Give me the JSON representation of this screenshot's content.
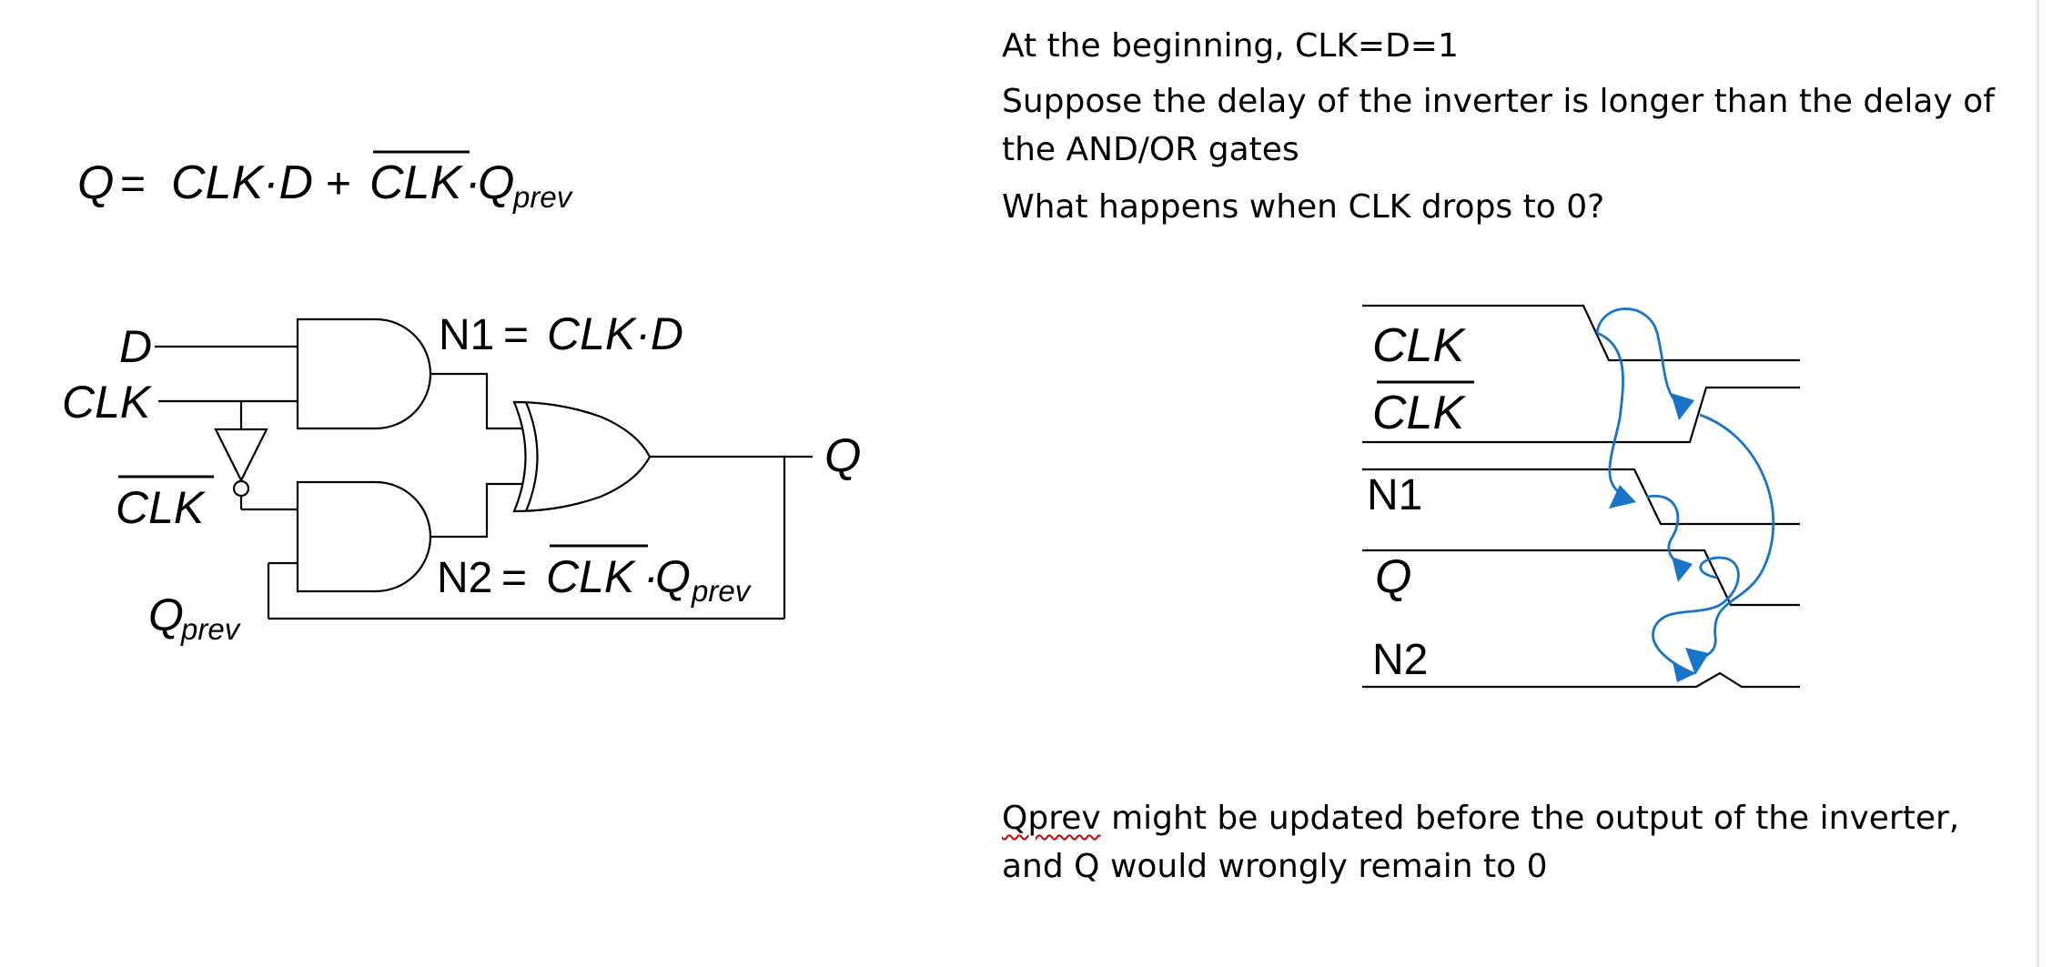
{
  "equation": {
    "lhs": "Q",
    "eq": "=",
    "term1": "CLK·D",
    "plus": "+",
    "clk_bar": "CLK",
    "dot": "·",
    "q": "Q",
    "q_sub": "prev"
  },
  "circuit": {
    "input_d": "D",
    "input_clk": "CLK",
    "clk_bar_label": "CLK",
    "qprev_label": "Q",
    "qprev_sub": "prev",
    "output_q": "Q",
    "n1_name": "N1",
    "n1_eq": "=",
    "n1_expr": "CLK·D",
    "n2_name": "N2",
    "n2_eq": "=",
    "n2_clk_bar": "CLK",
    "n2_dot": "·",
    "n2_q": "Q",
    "n2_q_sub": "prev"
  },
  "notes": {
    "line1": "At the beginning, CLK=D=1",
    "line2a": "Suppose the delay of the inverter is longer than the delay of",
    "line2b": "the AND/OR gates",
    "line3": "What happens when CLK drops to 0?",
    "bottom_word": "Qprev",
    "bottom_rest": " might be updated before the output of the inverter,",
    "bottom_line2": "and Q would wrongly remain to 0"
  },
  "timing": {
    "signals": [
      "CLK",
      "CLK",
      "N1",
      "Q",
      "N2"
    ],
    "arrow_color": "#1874c8"
  }
}
